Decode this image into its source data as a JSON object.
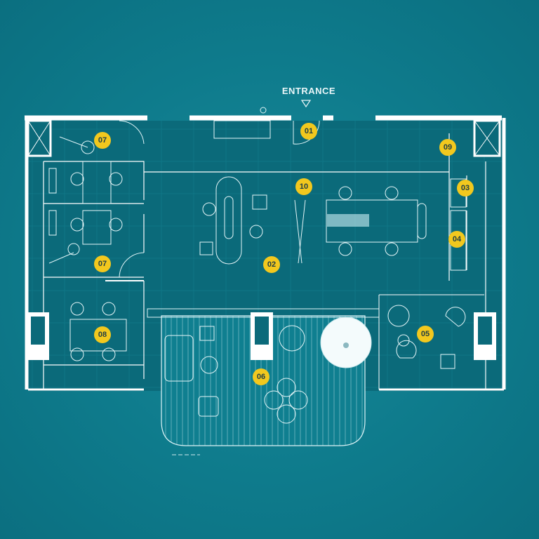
{
  "title": "Office floor plan",
  "entrance_label": "ENTRANCE",
  "colors": {
    "background": "#0e7b8c",
    "interior": "#0b6a7a",
    "wall": "#ffffff",
    "marker": "#f2c81e",
    "marker_text": "#1f3d44"
  },
  "markers": [
    {
      "id": "01"
    },
    {
      "id": "07"
    },
    {
      "id": "09"
    },
    {
      "id": "10"
    },
    {
      "id": "03"
    },
    {
      "id": "04"
    },
    {
      "id": "02"
    },
    {
      "id": "07"
    },
    {
      "id": "08"
    },
    {
      "id": "05"
    },
    {
      "id": "06"
    }
  ]
}
